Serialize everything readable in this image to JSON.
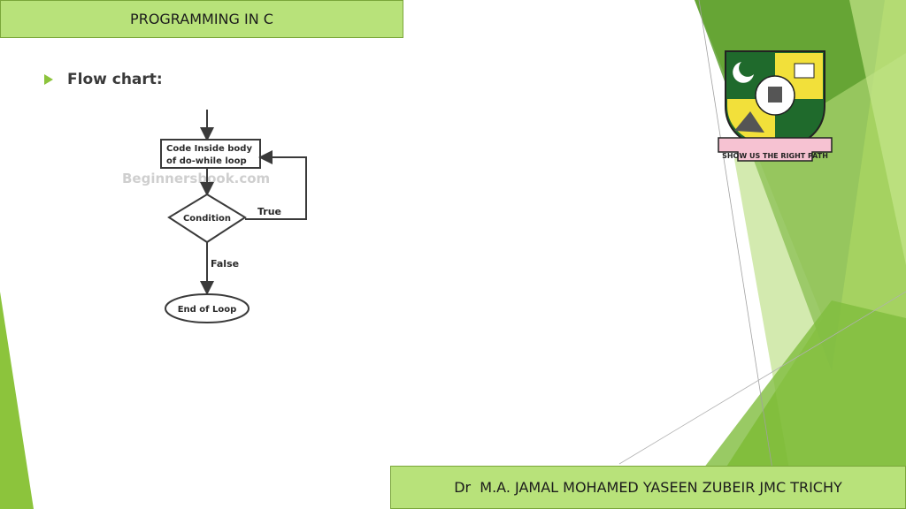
{
  "header": {
    "title": "PROGRAMMING IN C"
  },
  "content": {
    "bullet_label": "Flow chart:",
    "flowchart": {
      "body_box_line1": "Code Inside body",
      "body_box_line2": "of do-while loop",
      "watermark": "Beginnersbook.com",
      "condition": "Condition",
      "true_label": "True",
      "false_label": "False",
      "end_label": "End of Loop"
    }
  },
  "emblem": {
    "motto": "SHOW US THE RIGHT PATH"
  },
  "footer": {
    "text": "Dr  M.A. JAMAL MOHAMED YASEEN ZUBEIR JMC TRICHY"
  },
  "colors": {
    "accent_green": "#8cc43c",
    "title_fill": "#b8e27a",
    "dark_green": "#4f8f2f"
  }
}
